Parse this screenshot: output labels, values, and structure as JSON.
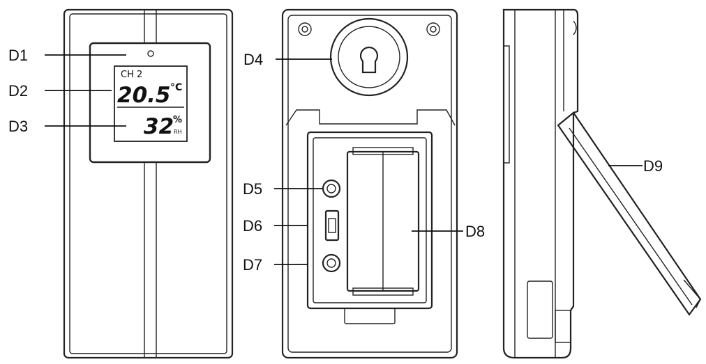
{
  "lcd": {
    "channel": "CH 2",
    "temperature": "20.5",
    "temperature_unit": "°C",
    "humidity": "32",
    "humidity_unit": "%",
    "humidity_sub": "RH"
  },
  "callouts": {
    "d1": "D1",
    "d2": "D2",
    "d3": "D3",
    "d4": "D4",
    "d5": "D5",
    "d6": "D6",
    "d7": "D7",
    "d8": "D8",
    "d9": "D9"
  },
  "colors": {
    "line": "#222222",
    "background": "#ffffff"
  }
}
